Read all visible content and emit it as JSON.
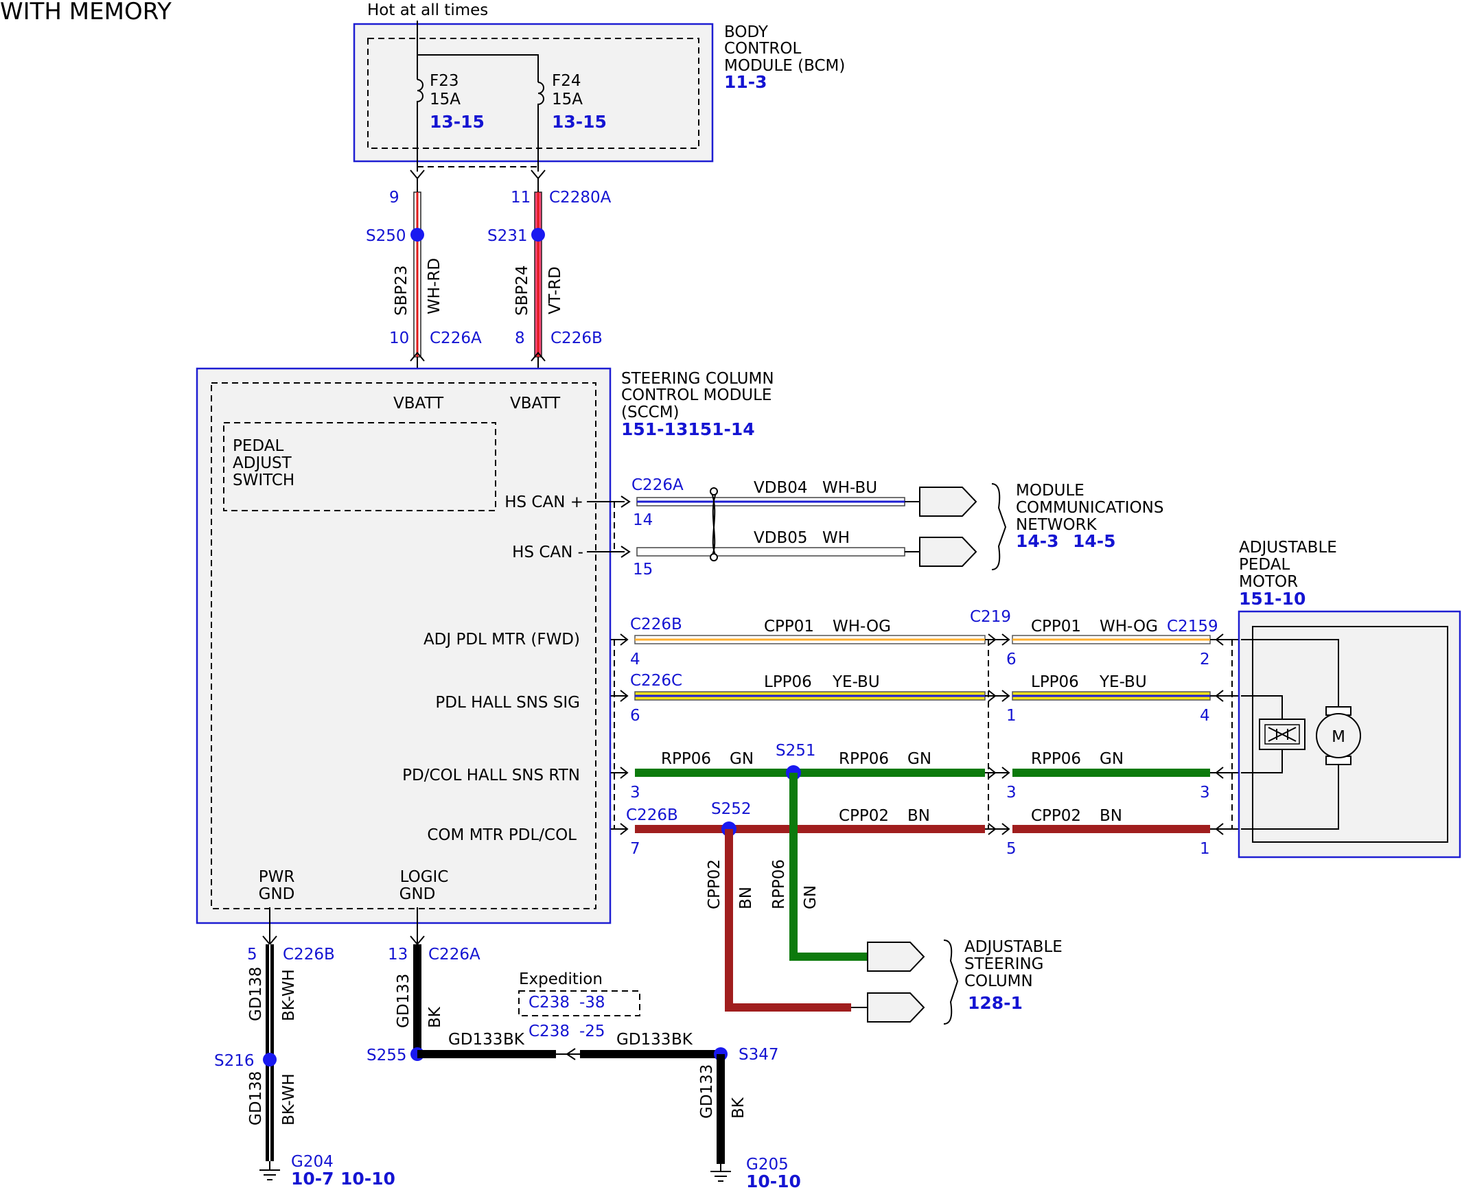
{
  "title": "WITH MEMORY",
  "power_note": "Hot at all times",
  "bcm": {
    "name": [
      "BODY",
      "CONTROL",
      "MODULE (BCM)"
    ],
    "ref": "11-3"
  },
  "fuses": [
    {
      "id": "F23",
      "amps": "15A",
      "ref": "13-15"
    },
    {
      "id": "F24",
      "amps": "15A",
      "ref": "13-15"
    }
  ],
  "feeds": [
    {
      "top_pin": "9",
      "splice": "S250",
      "circuit": "SBP23",
      "color": "WH-RD",
      "bottom_pin": "10",
      "connector": "C226A"
    },
    {
      "top_pin": "11",
      "top_connector": "C2280A",
      "splice": "S231",
      "circuit": "SBP24",
      "color": "VT-RD",
      "bottom_pin": "8",
      "connector": "C226B"
    }
  ],
  "sccm": {
    "name": [
      "STEERING COLUMN",
      "CONTROL MODULE",
      "(SCCM)"
    ],
    "ref": "151-13151-14",
    "vbatt": "VBATT",
    "switch": [
      "PEDAL",
      "ADJUST",
      "SWITCH"
    ]
  },
  "pins": {
    "hs_can_plus": "HS CAN +",
    "hs_can_minus": "HS CAN -",
    "adj_pdl": "ADJ PDL MTR (FWD)",
    "pdl_hall": "PDL HALL SNS SIG",
    "pd_col": "PD/COL HALL SNS RTN",
    "com_mtr": "COM MTR PDL/COL",
    "pwr_gnd": [
      "PWR",
      "GND"
    ],
    "logic_gnd": [
      "LOGIC",
      "GND"
    ]
  },
  "network": {
    "connector": "C226A",
    "wires": [
      {
        "pin": "14",
        "circuit": "VDB04",
        "color": "WH-BU"
      },
      {
        "pin": "15",
        "circuit": "VDB05",
        "color": "WH"
      }
    ],
    "label": [
      "MODULE",
      "COMMUNICATIONS",
      "NETWORK"
    ],
    "refs": [
      "14-3",
      "14-5"
    ]
  },
  "motor_circuits": [
    {
      "left_conn": "C226B",
      "left_pin": "4",
      "circuit": "CPP01",
      "color": "WH-OG",
      "mid_conn": "C219",
      "mid_pin": "6",
      "right_conn": "C2159",
      "right_pin": "2"
    },
    {
      "left_conn": "C226C",
      "left_pin": "6",
      "circuit": "LPP06",
      "color": "YE-BU",
      "mid_pin": "1",
      "right_pin": "4"
    },
    {
      "left_pin": "3",
      "circuit": "RPP06",
      "color": "GN",
      "splice": "S251",
      "mid_pin": "3",
      "right_pin": "3"
    },
    {
      "left_conn": "C226B",
      "left_pin": "7",
      "circuit": "CPP02",
      "color": "BN",
      "splice": "S252",
      "mid_pin": "5",
      "right_pin": "1"
    }
  ],
  "motor": {
    "label": [
      "ADJUSTABLE",
      "PEDAL",
      "MOTOR"
    ],
    "ref": "151-10",
    "symbol": "M"
  },
  "column": {
    "label": [
      "ADJUSTABLE",
      "STEERING",
      "COLUMN"
    ],
    "ref": "128-1",
    "wires": [
      {
        "circuit": "CPP02",
        "color": "BN"
      },
      {
        "circuit": "RPP06",
        "color": "GN"
      }
    ]
  },
  "grounds": {
    "pwr": {
      "pin": "5",
      "connector": "C226B",
      "circuit": "GD138",
      "color": "BK-WH",
      "splice": "S216",
      "ground": "G204",
      "refs": [
        "10-7",
        "10-10"
      ]
    },
    "logic": {
      "pin": "13",
      "connector": "C226A",
      "circuit": "GD133",
      "color": "BK",
      "splice": "S255"
    },
    "expedition": {
      "label": "Expedition",
      "conn1": "C238",
      "pin1": "-38",
      "conn2": "C238",
      "pin2": "-25",
      "circuit": "GD133",
      "color": "BK"
    },
    "s347": {
      "splice": "S347",
      "circuit": "GD133",
      "color": "BK",
      "ground": "G205",
      "ref": "10-10"
    }
  },
  "colors": {
    "red": "#e01b1b",
    "pink": "#ff4a7a",
    "blue": "#1e1ed2",
    "yellow": "#f2e21b",
    "orange": "#ffb030",
    "green": "#0c7a0c",
    "brown": "#a01e1e"
  }
}
